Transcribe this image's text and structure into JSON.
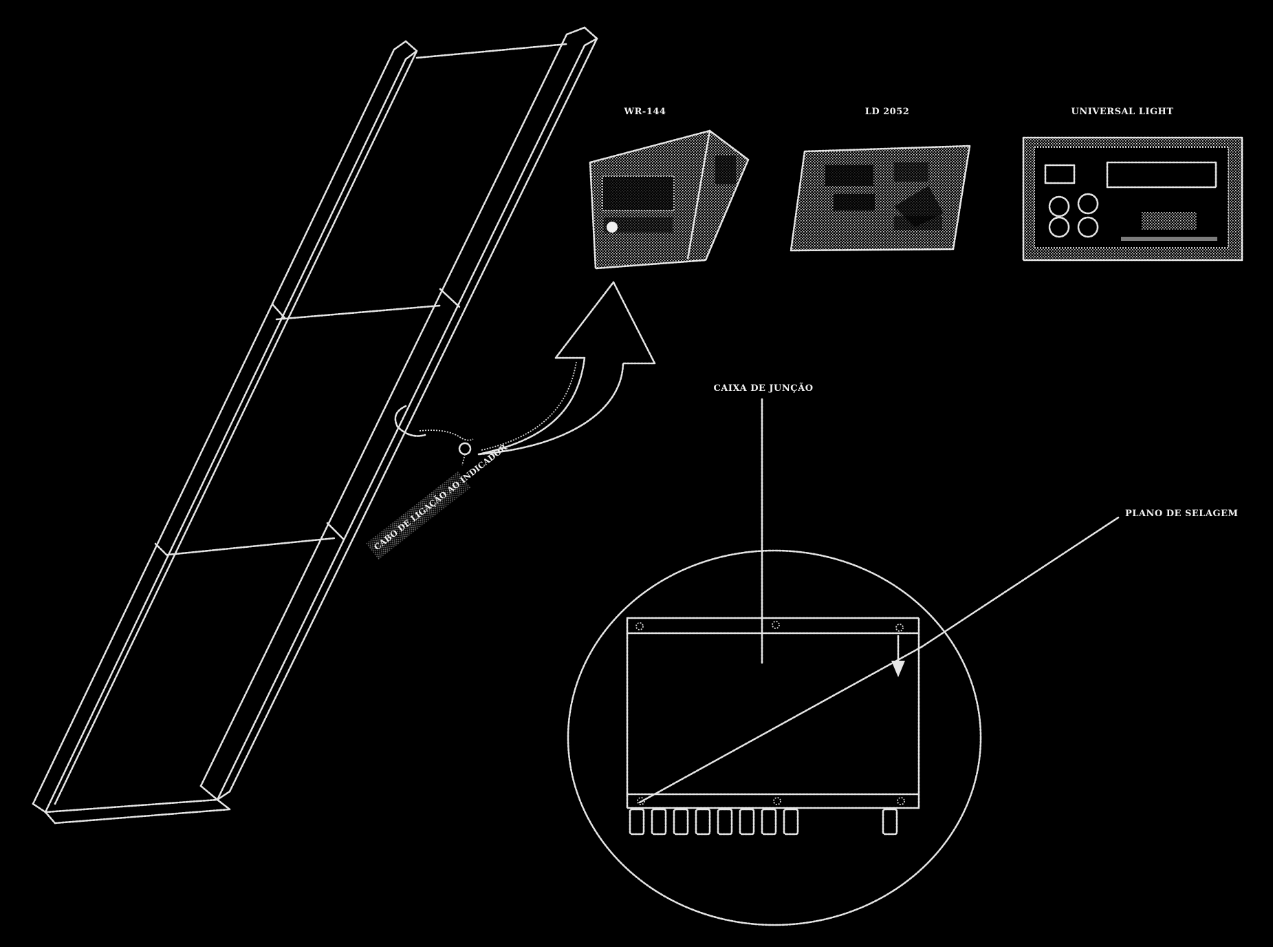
{
  "labels": {
    "indicator_1": "WR-144",
    "indicator_2": "LD 2052",
    "indicator_3": "UNIVERSAL LIGHT",
    "junction_box": "CAIXA DE JUNÇÃO",
    "sealing_plan": "PLANO DE SELAGEM",
    "cable_tag": "CABO DE LIGAÇÃO AO INDICADOR"
  },
  "colors": {
    "background": "#000000",
    "line": "#e6e6e6"
  },
  "icons": {
    "curved_arrow": "curved-arrow-icon",
    "down_arrow": "down-arrow-icon"
  }
}
